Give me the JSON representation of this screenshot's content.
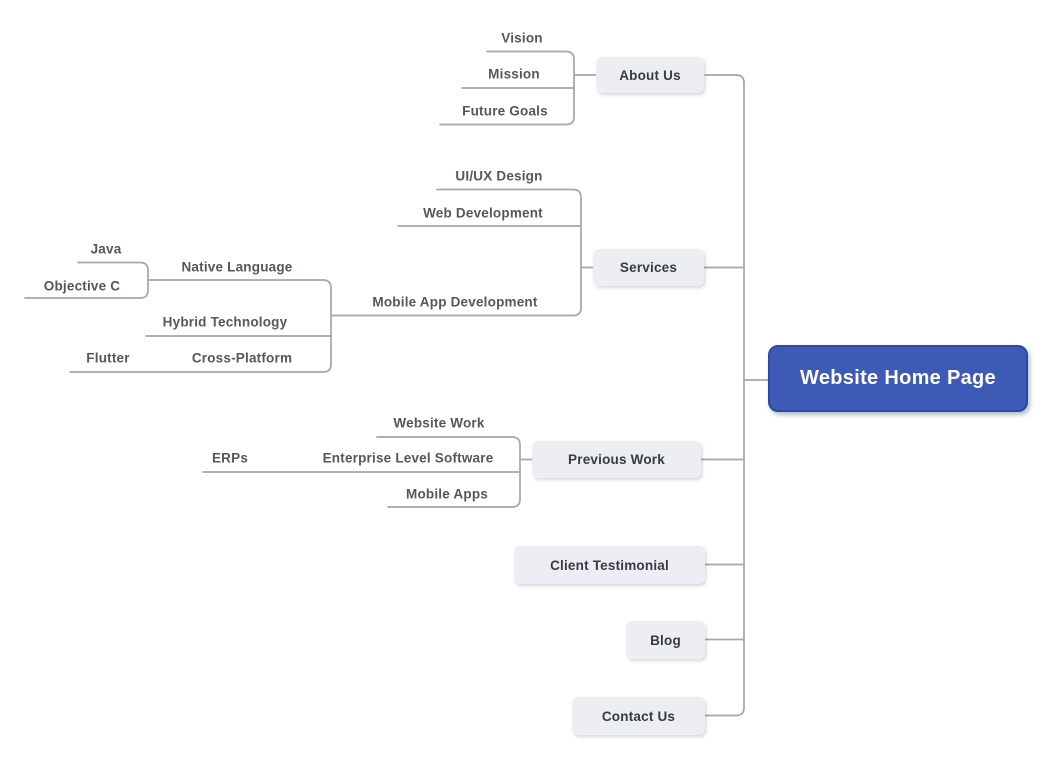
{
  "theme": {
    "line_color": "#a6a6a6",
    "root_fill": "#3d5ab6",
    "root_border": "#2c49a3",
    "root_text": "#ffffff",
    "box_fill": "#edeef4",
    "box_text": "#363b44",
    "leaf_text": "#54575d",
    "background": "#ffffff"
  },
  "mindmap": {
    "root": {
      "label": "Website Home Page"
    },
    "branches": [
      {
        "label": "About Us",
        "children": [
          {
            "label": "Vision"
          },
          {
            "label": "Mission"
          },
          {
            "label": "Future Goals"
          }
        ]
      },
      {
        "label": "Services",
        "children": [
          {
            "label": "UI/UX Design"
          },
          {
            "label": "Web Development"
          },
          {
            "label": "Mobile App Development",
            "children": [
              {
                "label": "Native Language",
                "children": [
                  {
                    "label": "Java"
                  },
                  {
                    "label": "Objective C"
                  }
                ]
              },
              {
                "label": "Hybrid Technology"
              },
              {
                "label": "Cross-Platform",
                "children": [
                  {
                    "label": "Flutter"
                  }
                ]
              }
            ]
          }
        ]
      },
      {
        "label": "Previous Work",
        "children": [
          {
            "label": "Website Work"
          },
          {
            "label": "Enterprise Level Software",
            "children": [
              {
                "label": "ERPs"
              }
            ]
          },
          {
            "label": "Mobile Apps"
          }
        ]
      },
      {
        "label": "Client Testimonial"
      },
      {
        "label": "Blog"
      },
      {
        "label": "Contact Us"
      }
    ]
  }
}
